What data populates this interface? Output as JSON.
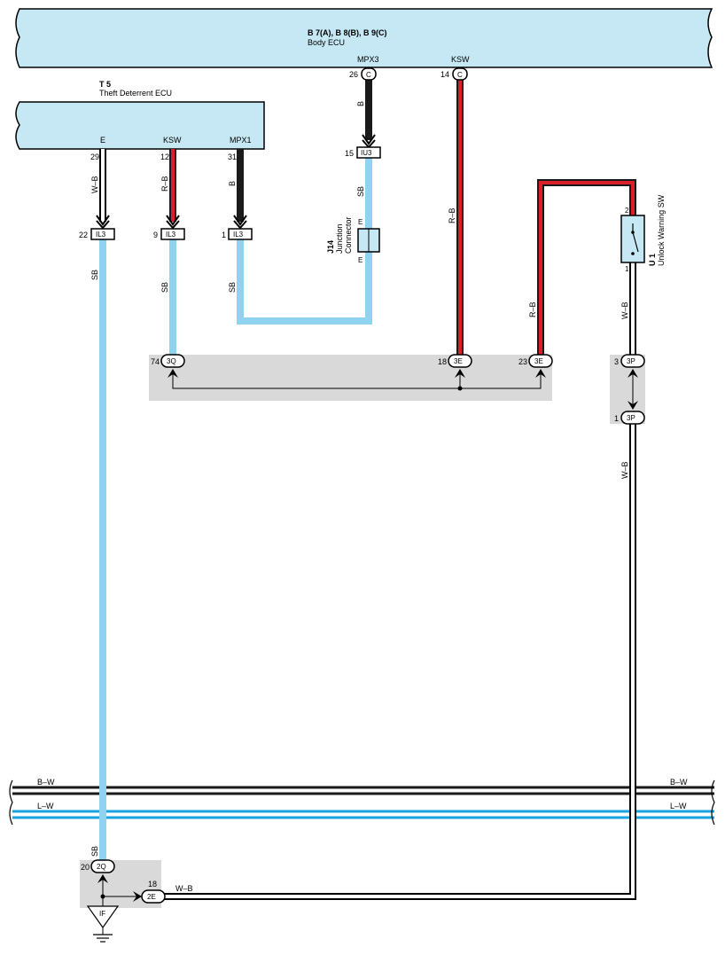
{
  "body_ecu": {
    "code": "B 7(A), B 8(B), B 9(C)",
    "name": "Body ECU"
  },
  "theft_ecu": {
    "code": "T 5",
    "name": "Theft Deterrent ECU"
  },
  "junction_connector": {
    "code": "J14",
    "line1": "Junction",
    "line2": "Connector",
    "pin_top": "E",
    "pin_bottom": "E"
  },
  "unlock_sw": {
    "code": "U 1",
    "name": "Unlock Warning SW",
    "pin_top": "2",
    "pin_bottom": "1"
  },
  "terminals": {
    "body_mpx3": "MPX3",
    "body_ksw": "KSW",
    "t5_e": "E",
    "t5_ksw": "KSW",
    "t5_mpx1": "MPX1"
  },
  "pin_numbers": {
    "body_26": "26",
    "body_14": "14",
    "t5_29": "29",
    "t5_12": "12",
    "t5_31": "31",
    "iu3_15": "15",
    "il3_22": "22",
    "il3_9": "9",
    "il3_1": "1",
    "j3q_74": "74",
    "j3e_18": "18",
    "j3e_23": "23",
    "j3p_3": "3",
    "j3p_1": "1",
    "j2q_20": "20",
    "j2e_18": "18"
  },
  "connectors": {
    "body_c1": "C",
    "body_c2": "C",
    "iu3": "IU3",
    "il3_a": "IL3",
    "il3_b": "IL3",
    "il3_c": "IL3",
    "c3q": "3Q",
    "c3e_a": "3E",
    "c3e_b": "3E",
    "c3p_a": "3P",
    "c3p_b": "3P",
    "c2q": "2Q",
    "c2e": "2E",
    "ground": "IF"
  },
  "wire_labels": {
    "w1": "W–B",
    "w2": "R–B",
    "w3": "B",
    "w4": "B",
    "w5": "SB",
    "w6": "R–B",
    "w7": "R–B",
    "w8": "W–B",
    "w9": "W–B",
    "w10": "SB",
    "w11": "SB",
    "w12": "SB",
    "w13": "SB",
    "w14": "W–B",
    "bus_bw_left": "B–W",
    "bus_bw_right": "B–W",
    "bus_lw_left": "L–W",
    "bus_lw_right": "L–W"
  },
  "colors": {
    "ecu_fill": "#c6e8f4",
    "junction_fill": "#d9d9d9",
    "wire_sb": "#8fd3f0",
    "wire_red": "#d9202a",
    "wire_black": "#1a1a1a",
    "bus_blue": "#1aa3e0"
  }
}
